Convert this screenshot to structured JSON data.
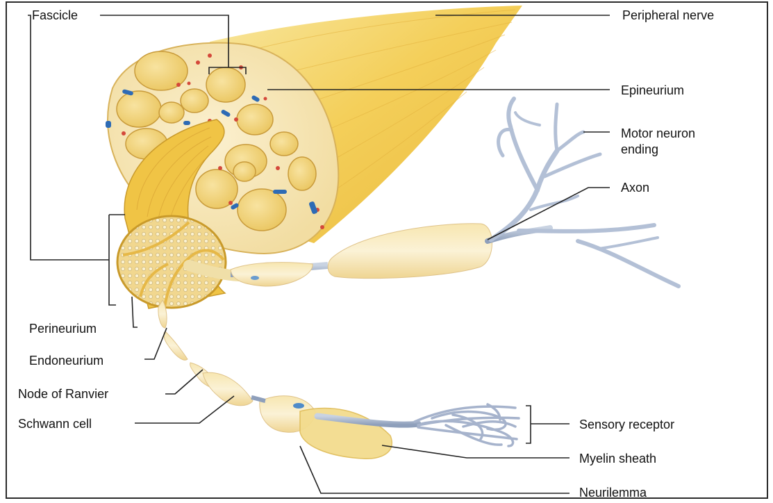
{
  "labels": {
    "fascicle": "Fascicle",
    "peripheral_nerve": "Peripheral nerve",
    "epineurium": "Epineurium",
    "motor_neuron_ending_line1": "Motor neuron",
    "motor_neuron_ending_line2": "ending",
    "axon": "Axon",
    "perineurium": "Perineurium",
    "endoneurium": "Endoneurium",
    "node_of_ranvier": "Node of Ranvier",
    "schwann_cell": "Schwann cell",
    "sensory_receptor": "Sensory receptor",
    "myelin_sheath": "Myelin sheath",
    "neurilemma": "Neurilemma"
  },
  "colors": {
    "nerve_yellow": "#f3cf55",
    "nerve_pale": "#f6e8c0",
    "fascicle_fill": "#f5d98a",
    "sheath_cream": "#f7ecc4",
    "axon_blue": "#a9b8cf",
    "vessel_red": "#d4483a",
    "vessel_blue": "#2e6bb5",
    "leader_line": "#222222"
  }
}
